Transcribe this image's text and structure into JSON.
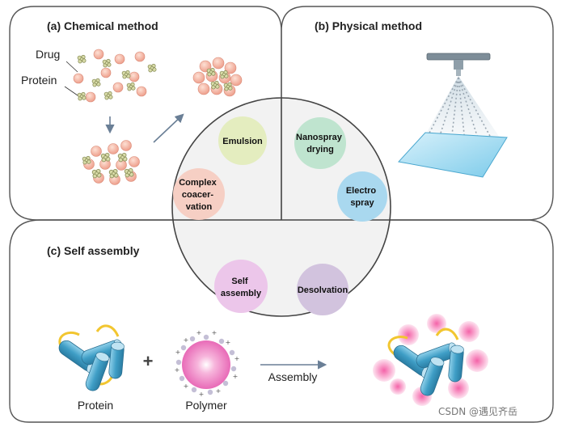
{
  "panels": {
    "chemical": {
      "title": "(a) Chemical method"
    },
    "physical": {
      "title": "(b) Physical method"
    },
    "self": {
      "title": "(c) Self assembly"
    }
  },
  "labels": {
    "drug": "Drug",
    "protein": "Protein",
    "bottom_protein": "Protein",
    "polymer": "Polymer",
    "assembly": "Assembly",
    "plus": "+"
  },
  "methods": {
    "emulsion": {
      "lines": [
        "Emulsion"
      ],
      "color": "#e4edbf"
    },
    "complex": {
      "lines": [
        "Complex",
        "coacer-",
        "vation"
      ],
      "color": "#f6cfc4"
    },
    "nanospray": {
      "lines": [
        "Nanospray",
        "drying"
      ],
      "color": "#bfe4cf"
    },
    "electro": {
      "lines": [
        "Electro",
        "spray"
      ],
      "color": "#a9d8ef"
    },
    "self_assembly": {
      "lines": [
        "Self",
        "assembly"
      ],
      "color": "#ecc6ea"
    },
    "desolvation": {
      "lines": [
        "Desolvation"
      ],
      "color": "#d2c3de"
    }
  },
  "watermark": "CSDN @遇见齐岳"
}
